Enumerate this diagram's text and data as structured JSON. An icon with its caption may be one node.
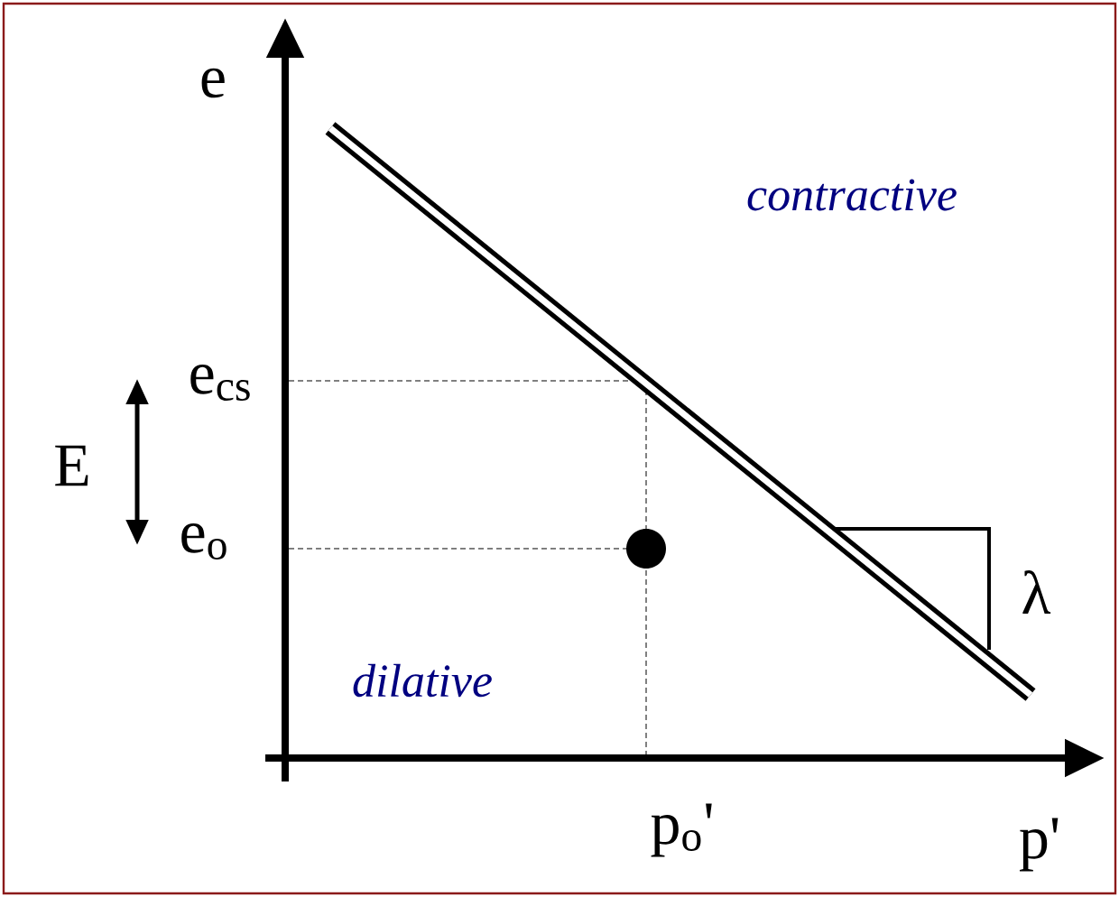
{
  "diagram": {
    "labels": [
      "e",
      "contractive",
      "e$_{cs}$",
      "E",
      "e$_{o}$",
      "λ",
      "dilative",
      "p$_{o}$'",
      "p'"
    ]
  }
}
